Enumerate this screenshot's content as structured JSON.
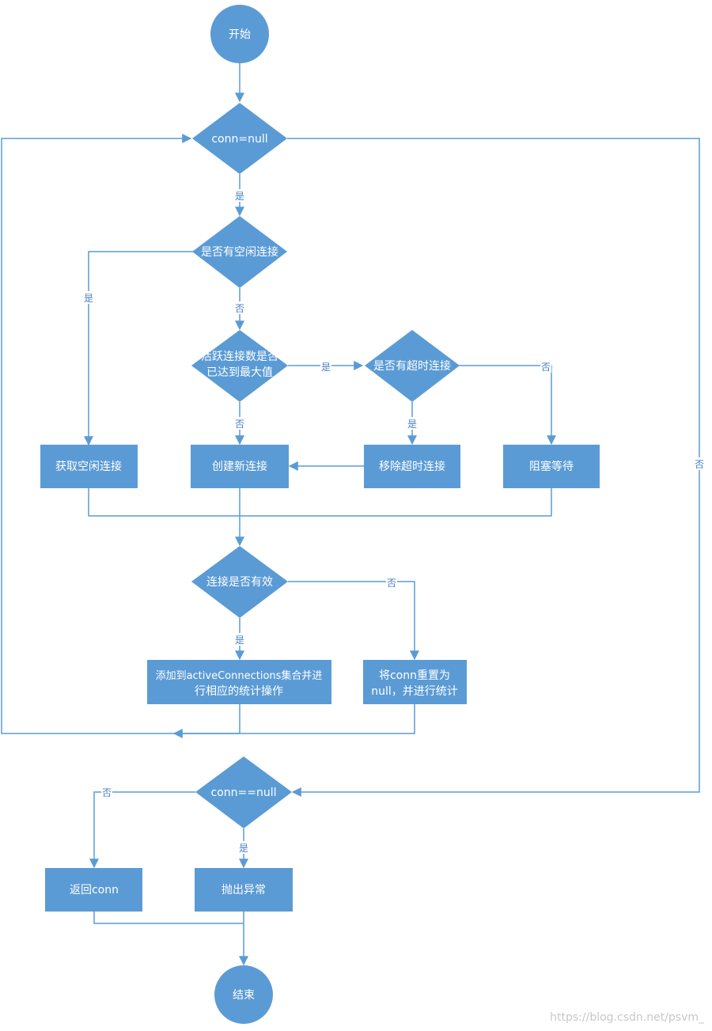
{
  "colors": {
    "node_fill": "#5b9bd5",
    "edge_stroke": "#5b9bd5",
    "label_text": "#4a7fc1",
    "node_text": "#ffffff",
    "background": "#ffffff"
  },
  "nodes": {
    "start": "开始",
    "cond_conn_null": "conn=null",
    "cond_idle": "是否有空闲连接",
    "cond_active_max_1": "活跃连接数是否",
    "cond_active_max_2": "已达到最大值",
    "cond_timeout": "是否有超时连接",
    "get_idle": "获取空闲连接",
    "create_new": "创建新连接",
    "remove_timeout": "移除超时连接",
    "block_wait": "阻塞等待",
    "cond_valid": "连接是否有效",
    "add_active_1": "添加到activeConnections集合并进",
    "add_active_2": "行相应的统计操作",
    "reset_conn_1": "将conn重置为",
    "reset_conn_2": "null，并进行统计",
    "cond_conn_eq_null": "conn==null",
    "return_conn": "返回conn",
    "throw_exc": "抛出异常",
    "end": "结束"
  },
  "labels": {
    "yes": "是",
    "no": "否"
  },
  "watermark": "https://blog.csdn.net/psvm_"
}
